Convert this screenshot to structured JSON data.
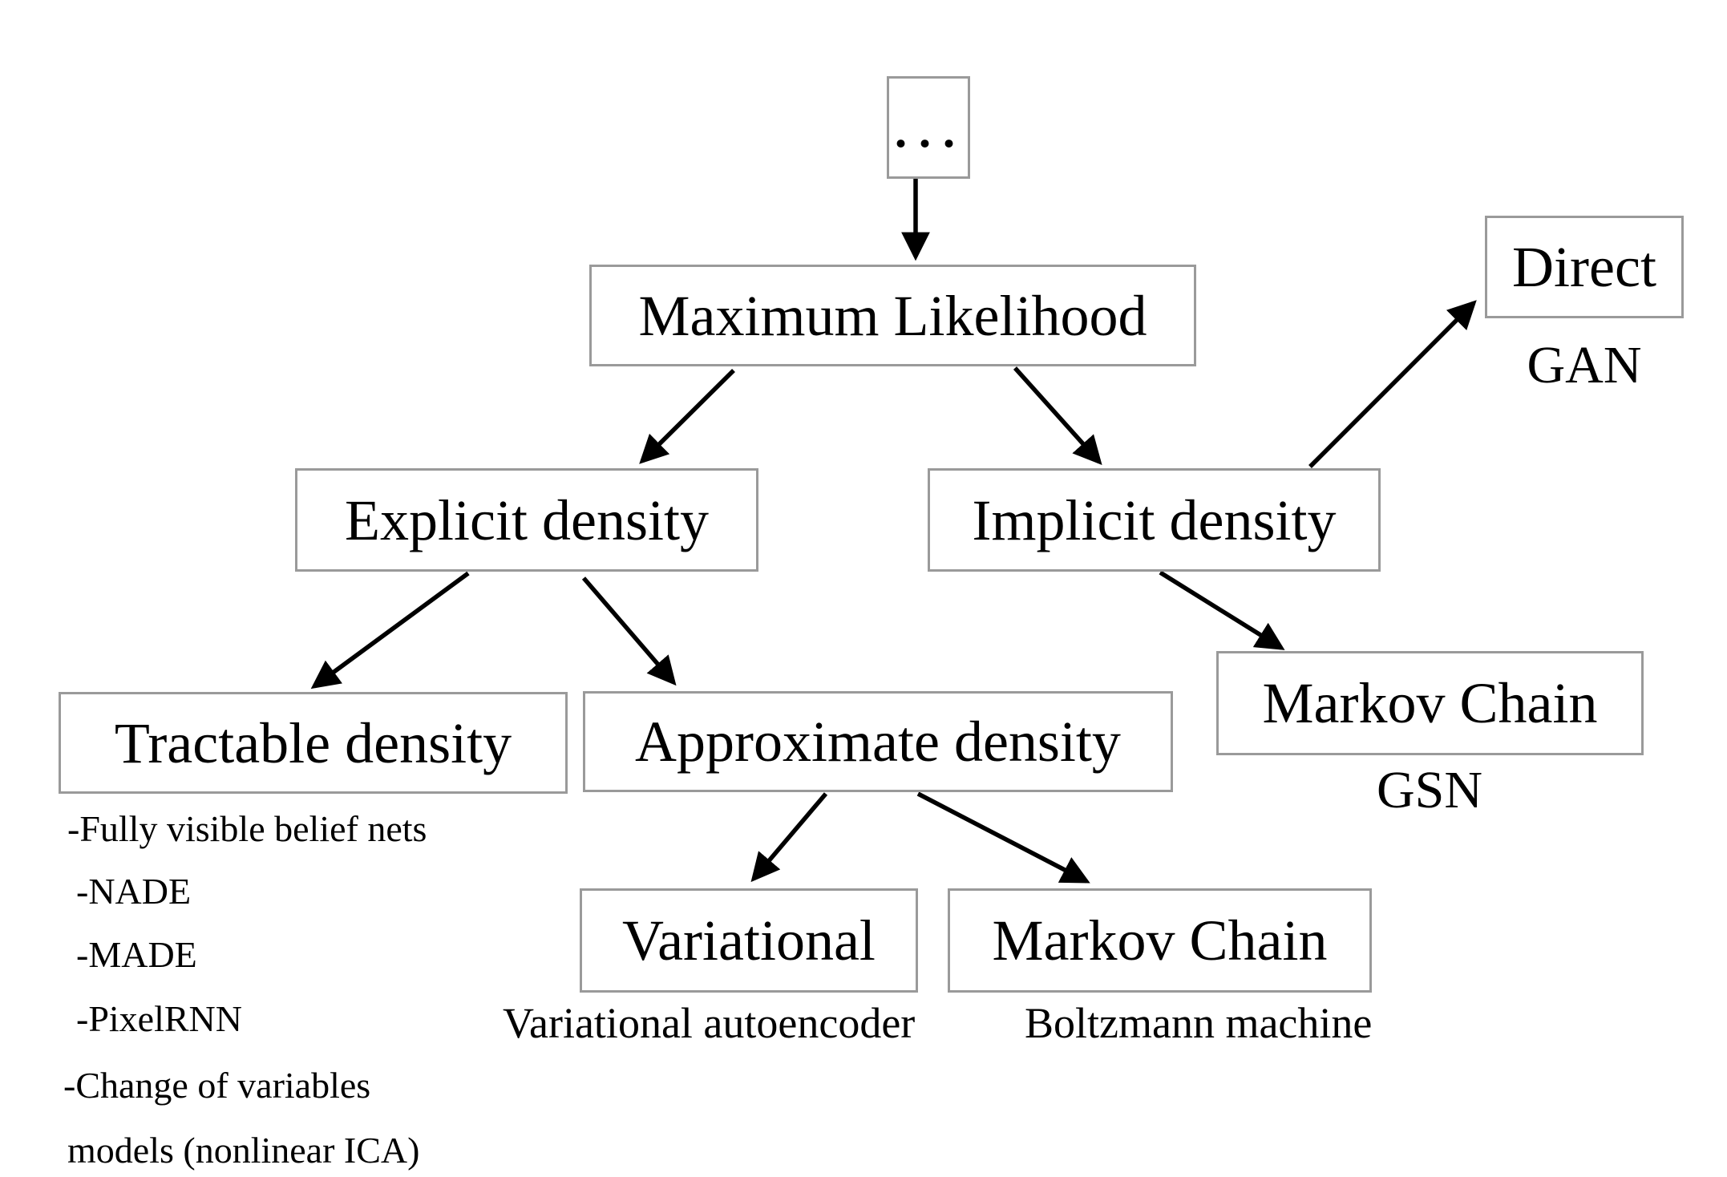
{
  "diagram": {
    "root": {
      "label": "..."
    },
    "maximum_likelihood": {
      "label": "Maximum Likelihood"
    },
    "direct": {
      "label": "Direct",
      "sublabel": "GAN"
    },
    "explicit_density": {
      "label": "Explicit density"
    },
    "implicit_density": {
      "label": "Implicit density"
    },
    "tractable_density": {
      "label": "Tractable density",
      "examples": [
        "-Fully visible belief nets",
        "-NADE",
        "-MADE",
        "-PixelRNN",
        "-Change of variables",
        "models (nonlinear ICA)"
      ]
    },
    "approximate_density": {
      "label": "Approximate density"
    },
    "markov_chain_gsn": {
      "label": "Markov Chain",
      "sublabel": "GSN"
    },
    "variational": {
      "label": "Variational",
      "sublabel": "Variational autoencoder"
    },
    "markov_chain_boltzmann": {
      "label": "Markov Chain",
      "sublabel": "Boltzmann machine"
    },
    "edges": [
      {
        "from": "root",
        "to": "maximum_likelihood"
      },
      {
        "from": "maximum_likelihood",
        "to": "explicit_density"
      },
      {
        "from": "maximum_likelihood",
        "to": "implicit_density"
      },
      {
        "from": "implicit_density",
        "to": "direct_gan"
      },
      {
        "from": "implicit_density",
        "to": "markov_chain_gsn"
      },
      {
        "from": "explicit_density",
        "to": "tractable_density"
      },
      {
        "from": "explicit_density",
        "to": "approximate_density"
      },
      {
        "from": "approximate_density",
        "to": "variational"
      },
      {
        "from": "approximate_density",
        "to": "markov_chain_boltzmann"
      }
    ],
    "colors": {
      "background": "#ffffff",
      "box_border": "#9a9a9a",
      "text": "#000000",
      "arrow": "#000000"
    }
  }
}
